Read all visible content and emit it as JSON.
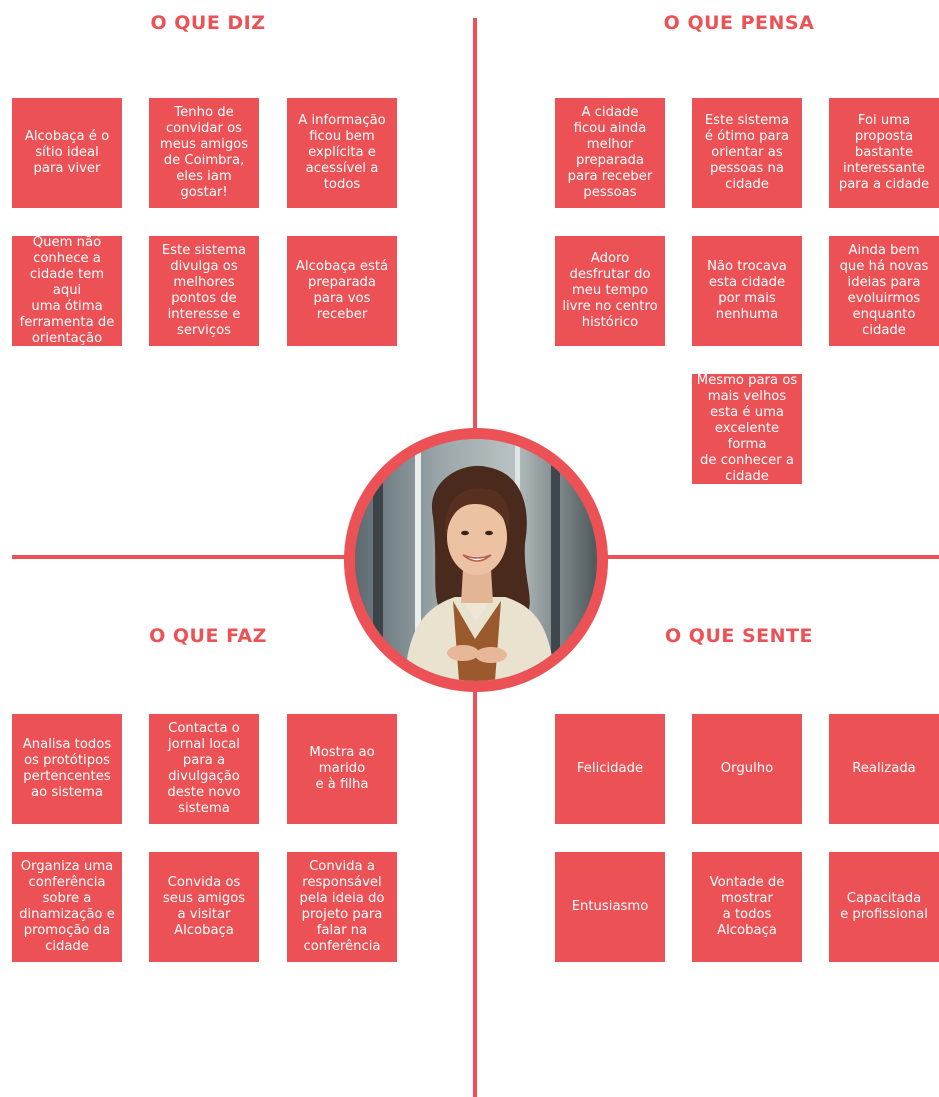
{
  "colors": {
    "accent": "#ec5155",
    "note_text": "#ffffff",
    "background": "#ffffff"
  },
  "quadrants": {
    "says": {
      "title": "O QUE DIZ",
      "notes": [
        "Alcobaça é o\nsítio ideal\npara viver",
        "Tenho de\nconvidar os\nmeus amigos\nde Coimbra,\neles iam\ngostar!",
        "A informação\nficou bem\nexplícita e\nacessível a\ntodos",
        "Quem não\nconhece a\ncidade tem aqui\numa ótima\nferramenta de\norientação",
        "Este sistema\ndivulga os\nmelhores\npontos de\ninteresse e\nserviços",
        "Alcobaça está\npreparada\npara vos\nreceber"
      ]
    },
    "thinks": {
      "title": "O QUE PENSA",
      "notes": [
        "A cidade\nficou ainda\nmelhor\npreparada\npara receber\npessoas",
        "Este sistema\né ótimo para\norientar as\npessoas na\ncidade",
        "Foi uma\nproposta\nbastante\ninteressante\npara a cidade",
        "Adoro\ndesfrutar do\nmeu tempo\nlivre no centro\nhistórico",
        "Não trocava\nesta cidade\npor mais\nnenhuma",
        "Ainda bem\nque há novas\nideias para\nevoluirmos\nenquanto\ncidade",
        "Mesmo para os\nmais velhos\nesta é uma\nexcelente forma\nde conhecer a\ncidade"
      ]
    },
    "does": {
      "title": "O QUE FAZ",
      "notes": [
        "Analisa todos\nos protótipos\npertencentes\nao sistema",
        "Contacta o\njornal local\npara a\ndivulgação\ndeste novo\nsistema",
        "Mostra ao\nmarido\ne à filha",
        "Organiza uma\nconferência\nsobre a\ndinamização e\npromoção da\ncidade",
        "Convida os\nseus amigos\na visitar\nAlcobaça",
        "Convida a\nresponsável\npela ideia do\nprojeto para\nfalar na\nconferência"
      ]
    },
    "feels": {
      "title": "O QUE SENTE",
      "notes": [
        "Felicidade",
        "Orgulho",
        "Realizada",
        "Entusiasmo",
        "Vontade de\nmostrar\na todos\nAlcobaça",
        "Capacitada\ne profissional"
      ]
    }
  }
}
